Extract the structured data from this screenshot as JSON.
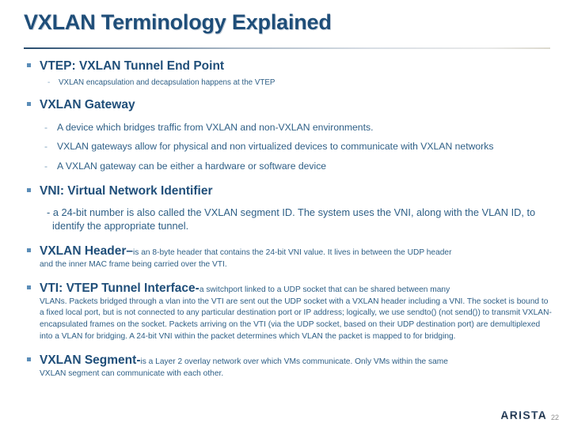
{
  "slide": {
    "title": "VXLAN Terminology Explained",
    "page_number": "22",
    "logo_text": "ARISTA",
    "accent_color": "#1F4E79",
    "bullet_color": "#5B8DB8",
    "body_color": "#2E5F86"
  },
  "content": {
    "vtep": {
      "heading": "VTEP: VXLAN Tunnel End Point",
      "sub": "VXLAN encapsulation and decapsulation happens at the VTEP"
    },
    "gateway": {
      "heading": "VXLAN Gateway",
      "subs": [
        "A device which bridges traffic from VXLAN and non-VXLAN environments.",
        "VXLAN gateways allow for physical and non virtualized devices to communicate with VXLAN networks",
        "A VXLAN gateway can be either a hardware or software device"
      ]
    },
    "vni": {
      "heading": "VNI: Virtual Network Identifier",
      "paragraph": "- a 24-bit number is also called the VXLAN segment ID. The system uses the VNI, along with the VLAN ID, to identify the appropriate tunnel."
    },
    "header": {
      "heading": "VXLAN Header",
      "separator": "–",
      "run_in": "is an 8-byte header that contains the 24-bit VNI value.  It lives in between the UDP header",
      "continuation": "and the inner MAC frame being carried over the VTI."
    },
    "vti": {
      "heading": "VTI: VTEP Tunnel Interface",
      "separator": "-",
      "run_in": "a switchport linked to a UDP socket that can be shared  between many",
      "continuation": "VLANs.  Packets bridged through a vlan into the VTI are sent out the UDP socket with a VXLAN header including a VNI.  The socket is bound to a fixed local port, but is not connected to any particular destination port or IP address; logically, we use sendto() (not send()) to transmit VXLAN-encapsulated frames on the socket. Packets arriving on the VTI (via the UDP socket, based on their UDP destination port) are demultiplexed into a VLAN for bridging.  A 24-bit VNI within the packet determines which VLAN the packet is mapped to for bridging."
    },
    "segment": {
      "heading": "VXLAN Segment",
      "separator": "-",
      "run_in": "is a Layer 2 overlay network over which VMs communicate. Only VMs within the same",
      "continuation": "VXLAN segment can communicate with each other."
    }
  }
}
